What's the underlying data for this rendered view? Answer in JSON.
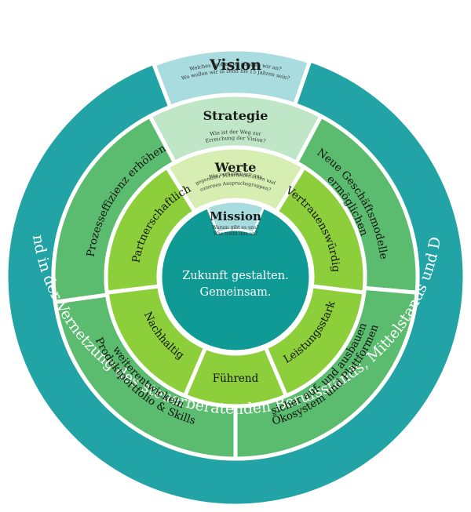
{
  "colors": {
    "outer_ring": "#22a3a6",
    "green_ring": "#5bbb6e",
    "lime_ring": "#8dcf3a",
    "core": "#0f9a96",
    "vision": "#a9dcde",
    "strategie": "#bfe6c6",
    "werte": "#d7eeb2",
    "mission": "#a9dcde",
    "separator": "#ffffff"
  },
  "center": {
    "line1": "Zukunft gestalten.",
    "line2": "Gemeinsam."
  },
  "wedges": {
    "vision": {
      "title": "Vision",
      "sub1": "Welches große Ziel streben wir an?",
      "sub2": "Wo wollen wir in zehn bis 15 Jahren sein?"
    },
    "strategie": {
      "title": "Strategie",
      "sub1": "Wie ist der Weg zur",
      "sub2": "Erreichung der Vision?"
    },
    "werte": {
      "title": "Werte",
      "sub1": "Wie verhalten wir uns",
      "sub2": "gegenüber Mitarbeiter:innen und",
      "sub3": "externen Anspruchsgruppen?"
    },
    "mission": {
      "title": "Mission",
      "sub1": "Warum gibt es uns?",
      "sub2": "Was treibt uns an?"
    }
  },
  "outer_ring_text": "Führend in der Vernetzung des steuerberatenden Berufsstands, Mittelstands und Dritter",
  "strategy_goals": [
    {
      "line1": "Prozesseffizienz erhöhen",
      "line2": ""
    },
    {
      "line1": "Neue Geschäftsmodelle",
      "line2": "ermöglichen"
    },
    {
      "line1": "Ökosystem und Plattformen",
      "line2": "sicher auf- und ausbauen"
    },
    {
      "line1": "Produktportfolio & Skills",
      "line2": "weiterentwickeln"
    }
  ],
  "values": [
    "Partnerschaftlich",
    "Vertrauenswürdig",
    "Leistungsstark",
    "Führend",
    "Nachhaltig"
  ]
}
